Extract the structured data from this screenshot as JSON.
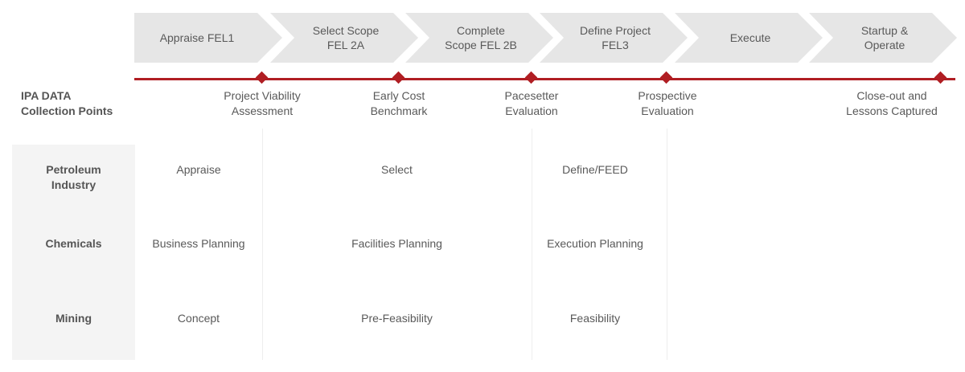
{
  "colors": {
    "chevron_fill": "#e6e6e6",
    "accent_red": "#b01e23",
    "industry_bg": "#f4f4f4"
  },
  "phases": [
    "Appraise FEL1",
    "Select Scope\nFEL 2A",
    "Complete\nScope FEL 2B",
    "Define Project\nFEL3",
    "Execute",
    "Startup &\nOperate"
  ],
  "collection_points": {
    "title": "IPA DATA\nCollection Points",
    "points": [
      "Project Viability\nAssessment",
      "Early Cost\nBenchmark",
      "Pacesetter\nEvaluation",
      "Prospective\nEvaluation",
      "Close-out and\nLessons Captured"
    ]
  },
  "industries": [
    {
      "name": "Petroleum\nIndustry",
      "phases": [
        "Appraise",
        "Select",
        "Define/FEED"
      ]
    },
    {
      "name": "Chemicals",
      "phases": [
        "Business Planning",
        "Facilities Planning",
        "Execution Planning"
      ]
    },
    {
      "name": "Mining",
      "phases": [
        "Concept",
        "Pre-Feasibility",
        "Feasibility"
      ]
    }
  ]
}
